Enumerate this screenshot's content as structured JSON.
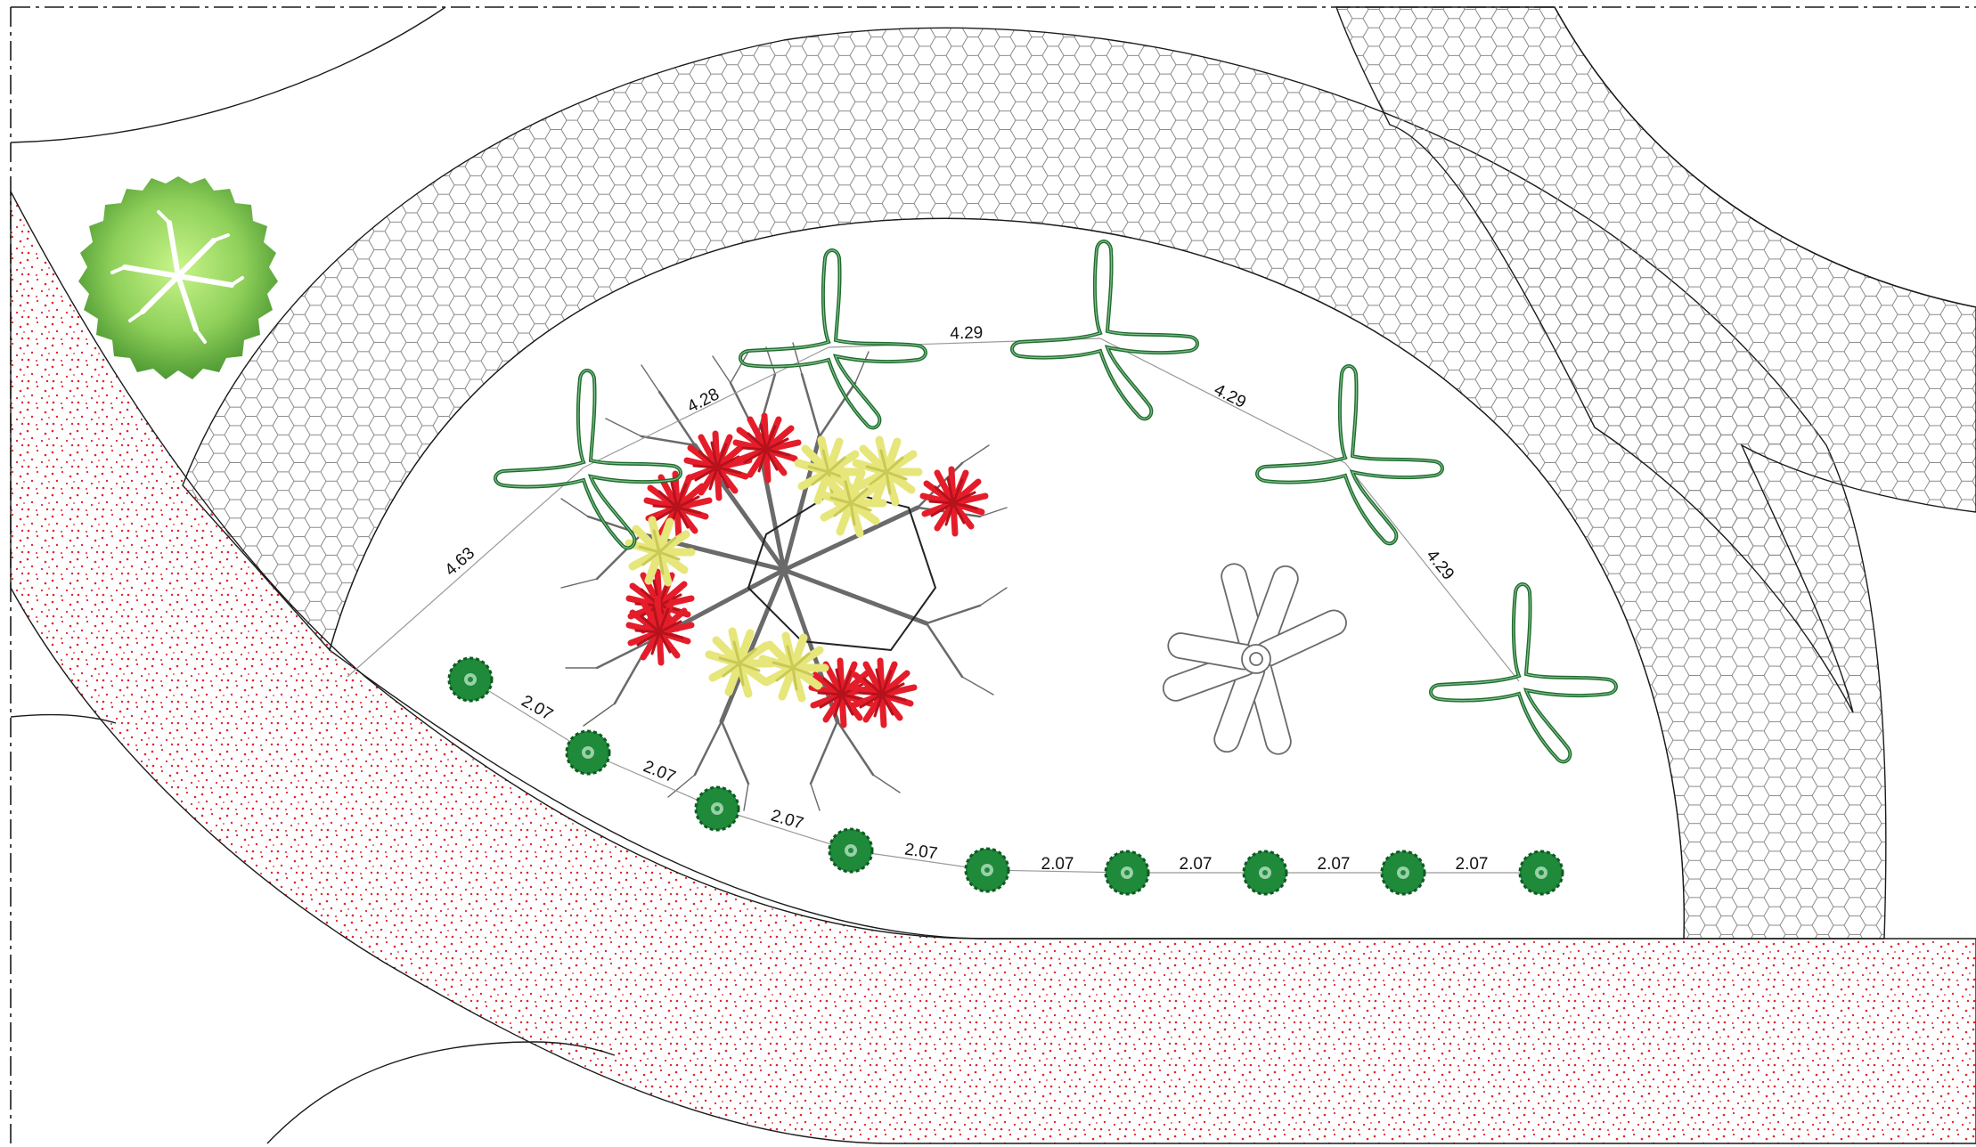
{
  "plan": {
    "dimensions": {
      "shrub_row": [
        "2.07",
        "2.07",
        "2.07",
        "2.07",
        "2.07",
        "2.07",
        "2.07",
        "2.07"
      ],
      "palm_arc": [
        "4.63",
        "4.28",
        "4.29",
        "4.29",
        "4.29"
      ]
    },
    "colors": {
      "paving_stroke": "#8a8a8a",
      "gravel_dots": "#e0262a",
      "palm_outline": "#1f6b2e",
      "shrub": "#1e8a3a",
      "tree_crown_light": "#b8f07a",
      "tree_crown_dark": "#5fa63a",
      "red_plant": "#e51d2a",
      "yellow_plant": "#e6e67a",
      "bare_tree": "#6a6a6a"
    },
    "symbols": [
      "hex-paving",
      "red-gravel",
      "shade-tree-icon",
      "bare-tree-icon",
      "palm-icon",
      "shrub-icon",
      "red-flowering-plant-icon",
      "yellow-plant-icon",
      "agave-icon",
      "dimension-line"
    ]
  }
}
